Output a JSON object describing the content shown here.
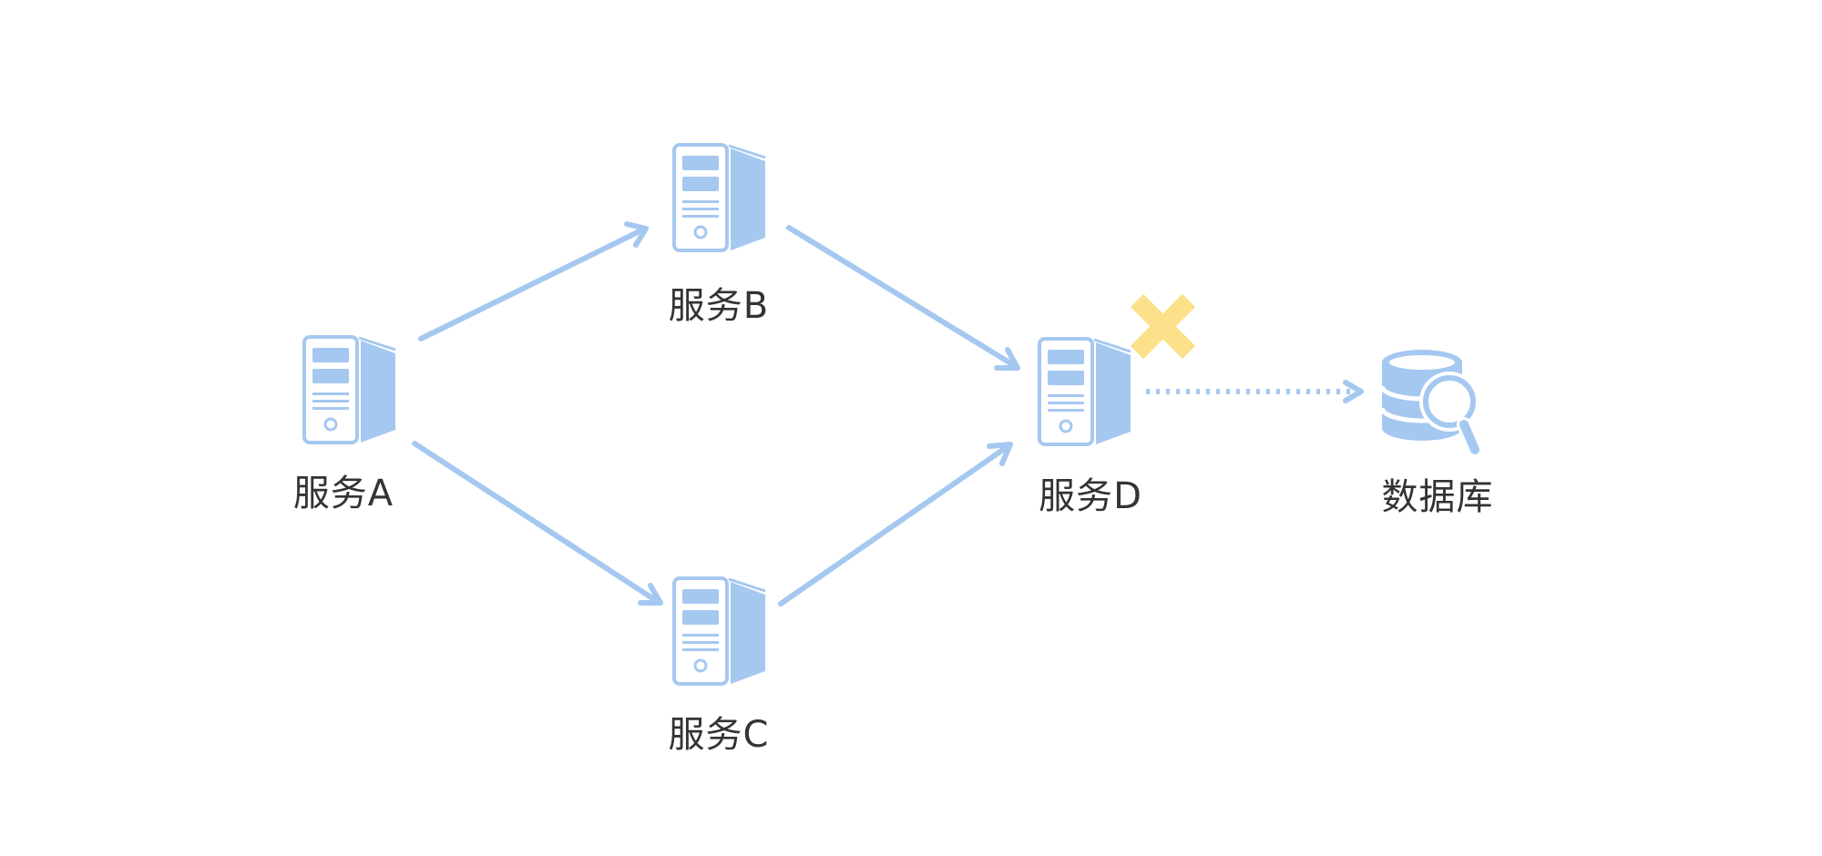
{
  "colors": {
    "icon_blue": "#A5C8F0",
    "arrow_blue": "#A5C8F0",
    "failure_yellow": "#FCE08A",
    "label_text": "#333333",
    "background": "#FFFFFF"
  },
  "nodes": [
    {
      "id": "A",
      "type": "server",
      "label": "服务A",
      "icon": "server-icon"
    },
    {
      "id": "B",
      "type": "server",
      "label": "服务B",
      "icon": "server-icon"
    },
    {
      "id": "C",
      "type": "server",
      "label": "服务C",
      "icon": "server-icon"
    },
    {
      "id": "D",
      "type": "server",
      "label": "服务D",
      "icon": "server-icon",
      "status": "failed",
      "status_icon": "x-mark-icon"
    },
    {
      "id": "DB",
      "type": "database",
      "label": "数据库",
      "icon": "database-search-icon"
    }
  ],
  "edges": [
    {
      "from": "A",
      "to": "B",
      "style": "solid"
    },
    {
      "from": "A",
      "to": "C",
      "style": "solid"
    },
    {
      "from": "B",
      "to": "D",
      "style": "solid"
    },
    {
      "from": "C",
      "to": "D",
      "style": "solid"
    },
    {
      "from": "D",
      "to": "DB",
      "style": "dotted"
    }
  ]
}
